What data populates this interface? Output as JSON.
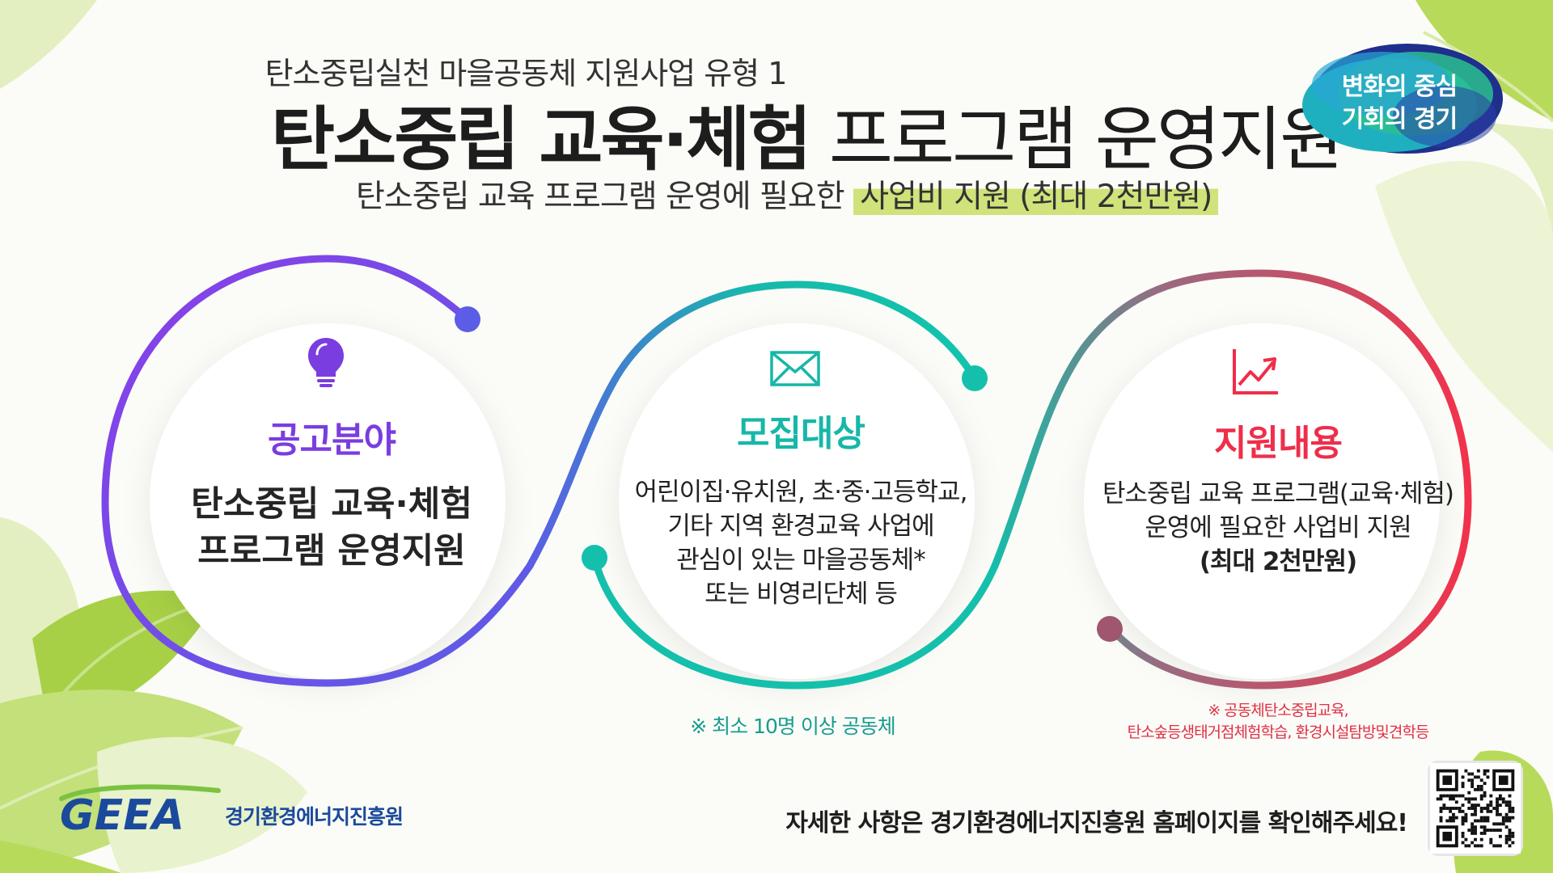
{
  "header": {
    "subtitle": "탄소중립실천 마을공동체 지원사업 유형 1",
    "title_bold": "탄소중립 교육·체험",
    "title_light": "프로그램 운영지원",
    "desc_plain": "탄소중립 교육 프로그램 운영에 필요한",
    "desc_highlight": "사업비 지원 (최대 2천만원)"
  },
  "badge": {
    "line1": "변화의 중심",
    "line2": "기회의 경기"
  },
  "cards": [
    {
      "icon": "lightbulb-icon",
      "title": "공고분야",
      "body": [
        "탄소중립 교육·체험",
        "프로그램 운영지원"
      ]
    },
    {
      "icon": "envelope-icon",
      "title": "모집대상",
      "body": [
        "어린이집·유치원, 초·중·고등학교,",
        "기타 지역 환경교육 사업에",
        "관심이 있는 마을공동체*",
        "또는 비영리단체 등"
      ],
      "note": "※ 최소 10명 이상 공동체"
    },
    {
      "icon": "trend-chart-icon",
      "title": "지원내용",
      "body": [
        "탄소중립 교육 프로그램(교육·체험)",
        "운영에 필요한 사업비 지원"
      ],
      "body_bold": "(최대 2천만원)",
      "note": [
        "※ 공동체탄소중립교육,",
        "탄소숲등생태거점체험학습, 환경시설탐방및견학등"
      ]
    }
  ],
  "footer": {
    "org_name": "경기환경에너지진흥원",
    "logo_text": "GEEA",
    "message": "자세한 사항은 경기환경에너지진흥원 홈페이지를 확인해주세요!"
  },
  "colors": {
    "purple": "#7a3de0",
    "teal": "#17b7a8",
    "red": "#ee2e4a",
    "highlight": "#cfe37a",
    "leaf_light": "#d9eba8",
    "leaf_dark": "#9fcb3f",
    "org_blue": "#1b4a9c"
  }
}
